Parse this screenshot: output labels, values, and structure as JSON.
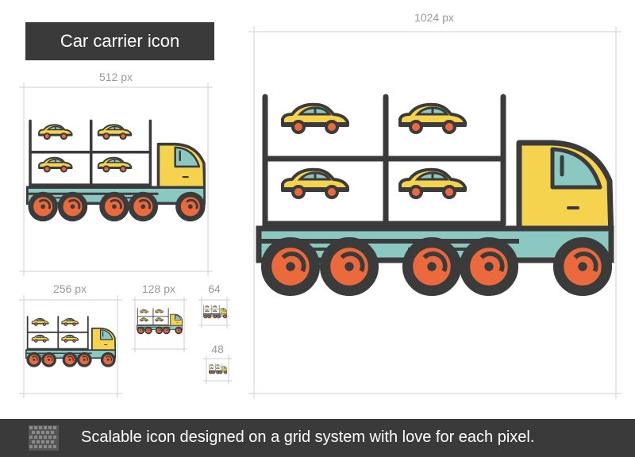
{
  "header": {
    "title": "Car carrier icon"
  },
  "sizes": {
    "s1024": "1024 px",
    "s512": "512 px",
    "s256": "256 px",
    "s128": "128 px",
    "s64": "64",
    "s48": "48"
  },
  "footer": {
    "text": "Scalable icon designed on a grid system with love for each pixel.",
    "grid_icon": "pixel-grid-icon"
  },
  "colors": {
    "stroke": "#3b3b3b",
    "cab_yellow": "#f5d34e",
    "teal": "#8cc8c2",
    "wheel_orange": "#ea6a3e",
    "car_yellow": "#f5d34e",
    "title_bg": "#3a3a3a"
  }
}
